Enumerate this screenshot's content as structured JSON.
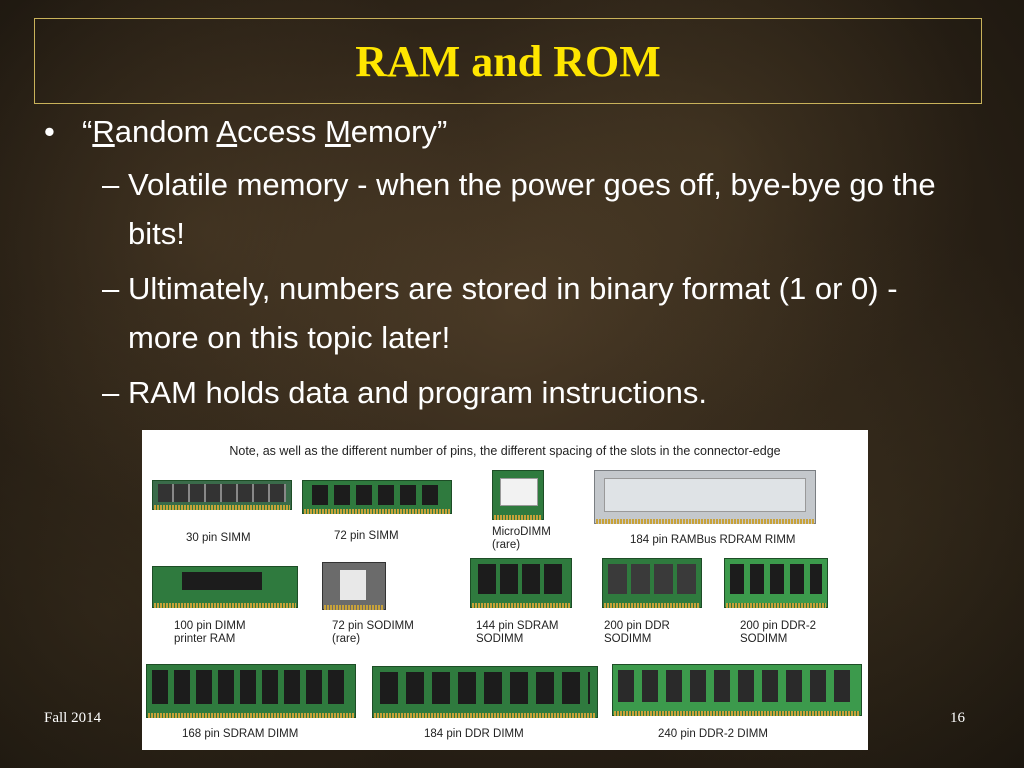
{
  "slide": {
    "title": "RAM and ROM",
    "bullet": {
      "open_quote": "“",
      "r": "R",
      "andom": "andom ",
      "a": "A",
      "ccess": "ccess ",
      "m": "M",
      "emory": "emory",
      "close_quote": "”"
    },
    "sub_bullets": [
      "Volatile memory - when the power goes off, bye-bye go the bits!",
      "Ultimately, numbers are stored in binary format (1 or 0) - more on this topic later!",
      "RAM holds data and program instructions."
    ],
    "dash": "–",
    "bullet_symbol": "•",
    "footer_left": "Fall 2014",
    "page_number": "16"
  },
  "figure": {
    "note": "Note, as well as the different number of pins, the different spacing of the slots in the connector-edge",
    "captions": {
      "simm30": "30 pin SIMM",
      "simm72": "72 pin SIMM",
      "microdimm": "MicroDIMM",
      "microdimm_rare": "(rare)",
      "rimm": "184 pin RAMBus RDRAM RIMM",
      "dimm100": "100 pin DIMM",
      "dimm100_b": "printer RAM",
      "sodimm72": "72 pin SODIMM",
      "sodimm72_rare": "(rare)",
      "sodimm144": "144 pin SDRAM",
      "sodimm144_b": "SODIMM",
      "ddr200": "200 pin DDR",
      "ddr200_b": "SODIMM",
      "ddr2_200": "200 pin DDR-2",
      "ddr2_200_b": "SODIMM",
      "dimm168": "168 pin SDRAM DIMM",
      "dimm184": "184 pin DDR DIMM",
      "dimm240": "240 pin DDR-2 DIMM"
    }
  }
}
